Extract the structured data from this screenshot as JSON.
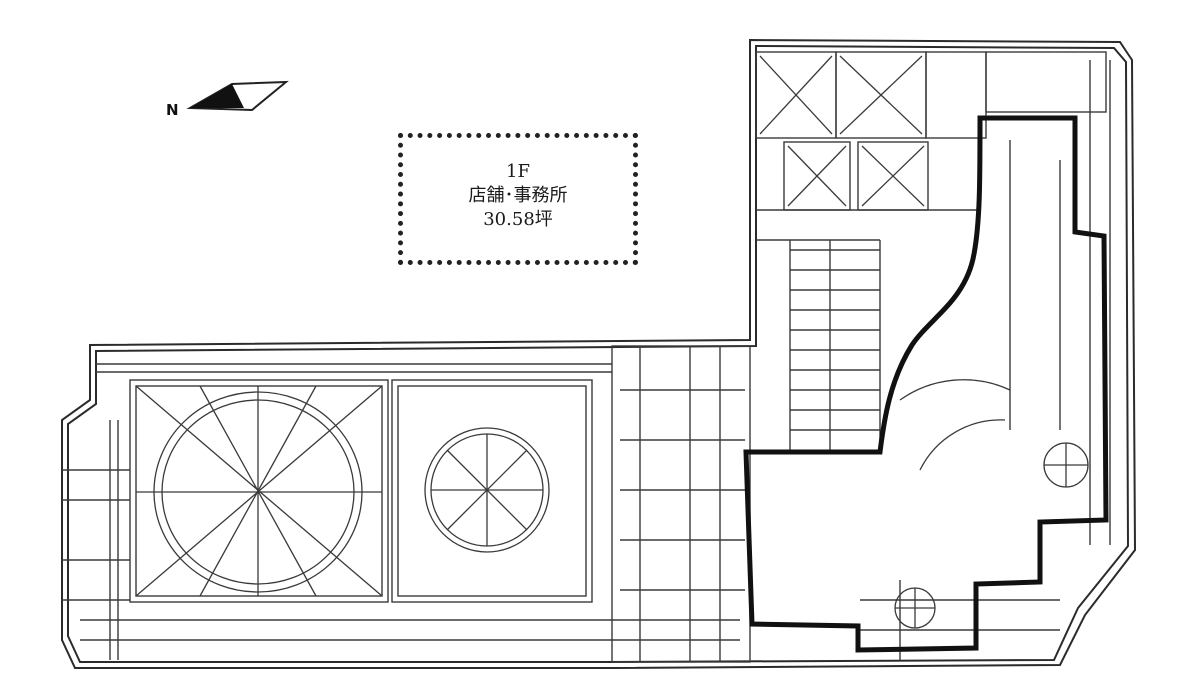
{
  "compass": {
    "label": "N",
    "icon": "north-arrow-icon"
  },
  "floor_info": {
    "floor": "1F",
    "usage": "店舗･事務所",
    "area": "30.58坪"
  },
  "colors": {
    "line": "#2b2b2b",
    "outline": "#111111",
    "background": "#ffffff"
  }
}
